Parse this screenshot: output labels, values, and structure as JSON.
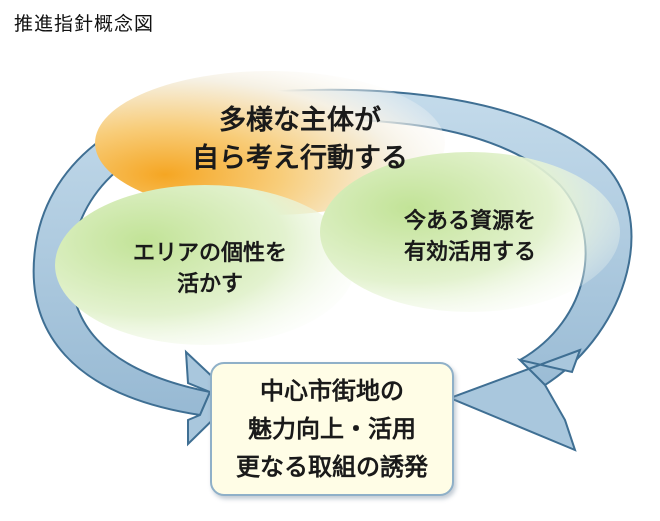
{
  "title": "推進指針概念図",
  "bubbles": {
    "top": {
      "line1": "多様な主体が",
      "line2": "自ら考え行動する"
    },
    "left": {
      "line1": "エリアの個性を",
      "line2": "活かす"
    },
    "right": {
      "line1": "今ある資源を",
      "line2": "有効活用する"
    }
  },
  "center": {
    "line1": "中心市街地の",
    "line2": "魅力向上・活用",
    "line3": "更なる取組の誘発"
  },
  "colors": {
    "arrow_fill": "#a9c7dd",
    "arrow_stroke": "#3f6f93",
    "top_bubble": "#f6b23c",
    "side_bubbles": "#c9e7a0",
    "center_box": "#fffde6"
  }
}
